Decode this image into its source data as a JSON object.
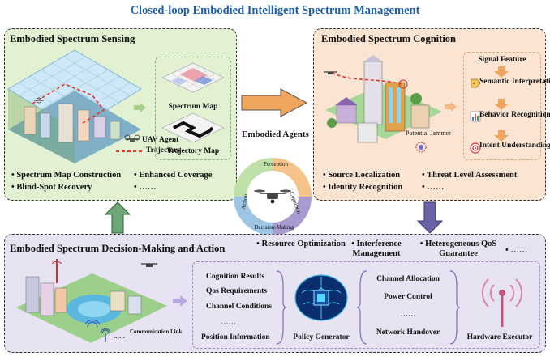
{
  "title": "Closed-loop Embodied Intelligent Spectrum Management",
  "sensing": {
    "title": "Embodied Spectrum Sensing",
    "legend_uav": "UAV Agent",
    "legend_traj": "Trajectory",
    "spectrum_map": "Spectrum Map",
    "trajectory_map": "Trajectory Map",
    "bullets": [
      "Spectrum Map Construction",
      "Enhanced Coverage",
      "Blind-Spot Recovery",
      "……"
    ]
  },
  "cognition": {
    "title": "Embodied Spectrum Cognition",
    "jammer": "Potential Jammer",
    "signal_feature": "Signal Feature",
    "semantic": "Semantic Interpretation",
    "behavior": "Behavior Recognition",
    "intent": "Intent Understanding",
    "bullets": [
      "Source Localization",
      "Threat Level Assessment",
      "Identity Recognition",
      "……"
    ]
  },
  "agents": {
    "title": "Embodied Agents",
    "perception": "Perception",
    "cognition": "Cognition",
    "decision": "Decision-Making",
    "action": "Action"
  },
  "decision": {
    "title": "Embodied Spectrum Decision-Making and Action",
    "goals": [
      "Resource Optimization",
      "Interference Management",
      "Heterogeneous QoS Guarantee",
      "……"
    ],
    "comm_link": "Communication Link",
    "inputs": [
      "Cognition Results",
      "Qos Requirements",
      "Channel Conditions",
      "……",
      "Position Information"
    ],
    "policy": "Policy Generator",
    "outputs": [
      "Channel Allocation",
      "Power Control",
      "……",
      "Network Handover"
    ],
    "hardware": "Hardware Executor"
  },
  "colors": {
    "title": "#1f5fa8",
    "sensing_bg": "#e2f1d2",
    "cognition_bg": "#fbe4d2",
    "decision_bg": "#e8e3f2",
    "arrow_green": "#6ea878",
    "arrow_orange": "#f0a55c",
    "arrow_purple": "#6b63a8",
    "ring_perception": "#f4c38a",
    "ring_cognition": "#a89bd0",
    "ring_decision": "#9dc6e6",
    "ring_action": "#bfe0a8"
  }
}
